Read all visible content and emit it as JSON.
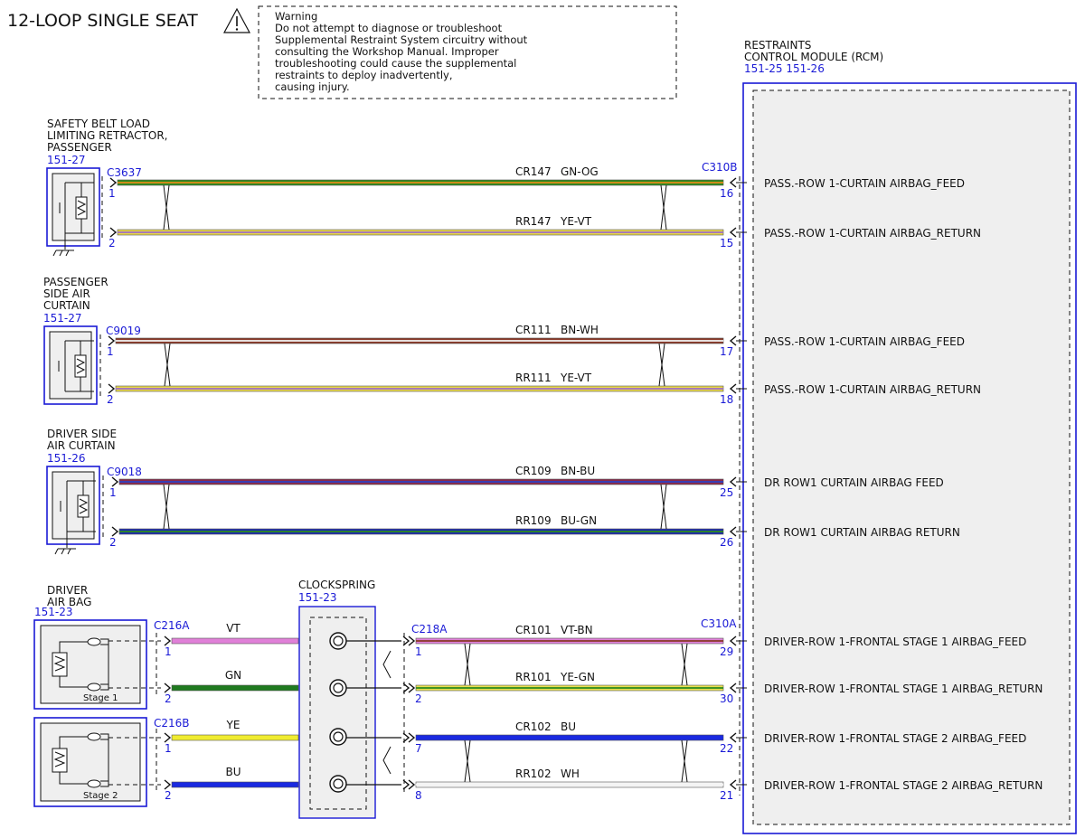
{
  "title": "12-LOOP SINGLE SEAT",
  "warning": {
    "lines": [
      "Warning",
      "Do not attempt to diagnose or troubleshoot",
      "Supplemental Restraint System circuitry without",
      "consulting the Workshop Manual. Improper",
      "troubleshooting could cause the supplemental",
      "restraints to deploy inadvertently,",
      "causing injury."
    ]
  },
  "rcm": {
    "label_lines": [
      "RESTRAINTS",
      "CONTROL MODULE (RCM)"
    ],
    "refs": "151-25  151-26",
    "connector_top": "C310B",
    "connector_bottom": "C310A"
  },
  "components": [
    {
      "id": "belt",
      "label_lines": [
        "SAFETY BELT LOAD",
        "LIMITING RETRACTOR,",
        "PASSENGER"
      ],
      "ref": "151-27",
      "connector": "C3637"
    },
    {
      "id": "pass-curtain",
      "label_lines": [
        "PASSENGER",
        "SIDE AIR",
        "CURTAIN"
      ],
      "ref": "151-27",
      "connector": "C9019"
    },
    {
      "id": "drv-curtain",
      "label_lines": [
        "DRIVER SIDE",
        "AIR CURTAIN"
      ],
      "ref": "151-26",
      "connector": "C9018"
    },
    {
      "id": "drv-airbag",
      "label_lines": [
        "DRIVER",
        "AIR BAG"
      ],
      "ref": "151-23",
      "stage1": "Stage 1",
      "stage2": "Stage 2",
      "connector1": "C216A",
      "connector2": "C216B"
    }
  ],
  "clockspring": {
    "label": "CLOCKSPRING",
    "ref": "151-23",
    "connector": "C218A"
  },
  "circuits": [
    {
      "circuit": "CR147",
      "color": "GN-OG",
      "pin_left": "1",
      "pin_right": "16",
      "signal": "PASS.-ROW 1-CURTAIN AIRBAG_FEED",
      "wire_hex": "#2e8b1e",
      "stripe_hex": "#e08a1a"
    },
    {
      "circuit": "RR147",
      "color": "YE-VT",
      "pin_left": "2",
      "pin_right": "15",
      "signal": "PASS.-ROW 1-CURTAIN AIRBAG_RETURN",
      "wire_hex": "#e8d84a",
      "stripe_hex": "#a070c0"
    },
    {
      "circuit": "CR111",
      "color": "BN-WH",
      "pin_left": "1",
      "pin_right": "17",
      "signal": "PASS.-ROW 1-CURTAIN AIRBAG_FEED",
      "wire_hex": "#8b3a2a",
      "stripe_hex": "#f0f0f0"
    },
    {
      "circuit": "RR111",
      "color": "YE-VT",
      "pin_left": "2",
      "pin_right": "18",
      "signal": "PASS.-ROW 1-CURTAIN AIRBAG_RETURN",
      "wire_hex": "#e8d84a",
      "stripe_hex": "#a070c0"
    },
    {
      "circuit": "CR109",
      "color": "BN-BU",
      "pin_left": "1",
      "pin_right": "25",
      "signal": "DR ROW1 CURTAIN AIRBAG FEED",
      "wire_hex": "#8b2a4a",
      "stripe_hex": "#3040c0"
    },
    {
      "circuit": "RR109",
      "color": "BU-GN",
      "pin_left": "2",
      "pin_right": "26",
      "signal": "DR ROW1 CURTAIN AIRBAG RETURN",
      "wire_hex": "#1a2ab0",
      "stripe_hex": "#2e8b1e"
    },
    {
      "circuit": "CR101",
      "color": "VT-BN",
      "pin_left": "1",
      "pin_right": "29",
      "signal": "DRIVER-ROW 1-FRONTAL STAGE 1 AIRBAG_FEED",
      "wire_hex": "#e080d8",
      "stripe_hex": "#8b3a2a",
      "left_color": "VT",
      "left_pin": "1"
    },
    {
      "circuit": "RR101",
      "color": "YE-GN",
      "pin_left": "2",
      "pin_right": "30",
      "signal": "DRIVER-ROW 1-FRONTAL STAGE 1 AIRBAG_RETURN",
      "wire_hex": "#e8e050",
      "stripe_hex": "#2e8b1e",
      "left_color": "GN",
      "left_pin": "2"
    },
    {
      "circuit": "CR102",
      "color": "BU",
      "pin_left": "7",
      "pin_right": "22",
      "signal": "DRIVER-ROW 1-FRONTAL STAGE 2 AIRBAG_FEED",
      "wire_hex": "#1a2ae0",
      "stripe_hex": "#1a2ae0",
      "left_color": "YE",
      "left_pin": "1"
    },
    {
      "circuit": "RR102",
      "color": "WH",
      "pin_left": "8",
      "pin_right": "21",
      "signal": "DRIVER-ROW 1-FRONTAL STAGE 2 AIRBAG_RETURN",
      "wire_hex": "#f4f4f4",
      "stripe_hex": "#f4f4f4",
      "left_color": "BU",
      "left_pin": "2"
    }
  ],
  "left_wire_colors": {
    "VT": "#e080d8",
    "GN": "#1f7a1f",
    "YE": "#f0ec30",
    "BU": "#1a2ae0"
  }
}
